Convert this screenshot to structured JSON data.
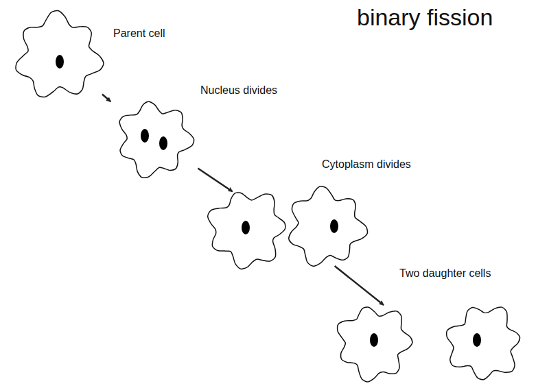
{
  "diagram": {
    "title": "binary fission",
    "nodes": [
      {
        "text": [
          "Parent cell"
        ]
      },
      {
        "text": [
          "Nucleus divides"
        ]
      },
      {
        "text": [
          "Cytoplasm divides"
        ]
      },
      {
        "text": [
          "Two daughter cells"
        ]
      }
    ],
    "edges": [
      {
        "from": 0,
        "to": 1,
        "arrow": "to"
      },
      {
        "from": 1,
        "to": 2,
        "arrow": "to"
      },
      {
        "from": 2,
        "to": 3,
        "arrow": "to"
      }
    ]
  }
}
